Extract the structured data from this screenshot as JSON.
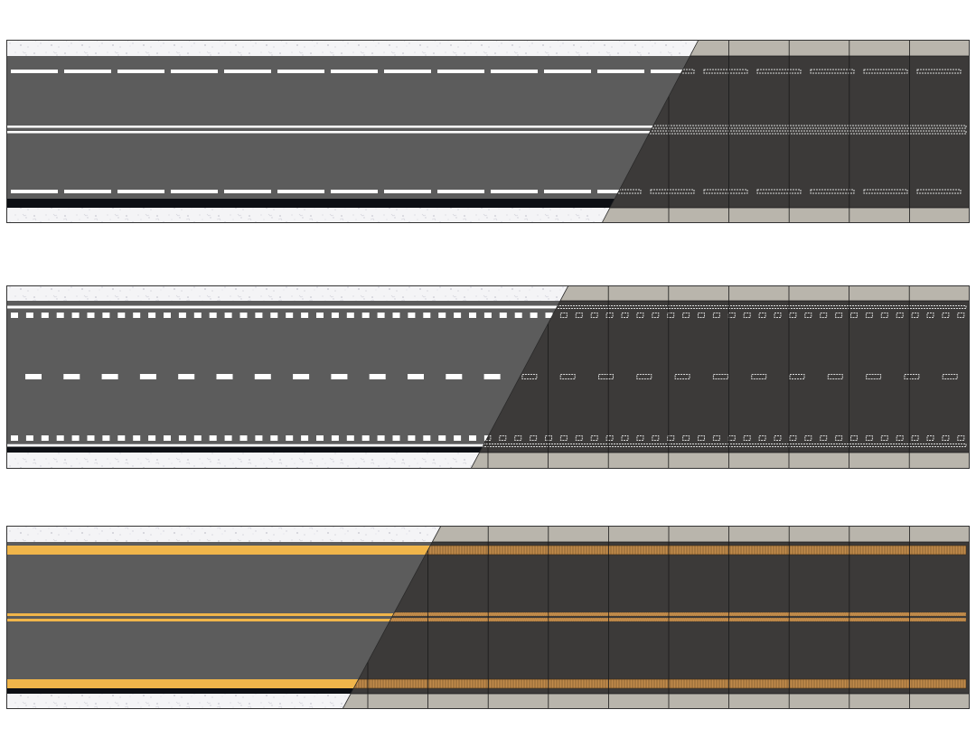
{
  "page": {
    "background": "#ffffff"
  },
  "colors": {
    "asphalt_rendered": "#5c5c5c",
    "asphalt_model": "#3c3a39",
    "shoulder_model": "#b9b5ac",
    "shoulder_texture": "#f4f4f6",
    "shoulder_speckle": "#c9c9d2",
    "edge_dark": "#0d0f14",
    "marking_white": "#ffffff",
    "marking_yellow": "#f0b54a",
    "marking_yellow_model": "#c08a4a",
    "segment_divider": "#1a1a1a",
    "outline": "#333333"
  },
  "panels": [
    {
      "id": "white-dashed-two-lane",
      "marking_color": "white",
      "markings": [
        {
          "kind": "dashed-long",
          "label": "lane-line-top"
        },
        {
          "kind": "double-solid",
          "label": "center-double-line"
        },
        {
          "kind": "dashed-long",
          "label": "lane-line-bottom"
        }
      ],
      "dark_edge_stripe": true
    },
    {
      "id": "white-dotted-multilane",
      "marking_color": "white",
      "markings": [
        {
          "kind": "solid-thin",
          "label": "edge-line-top"
        },
        {
          "kind": "dotted-squares",
          "label": "dotted-line-top"
        },
        {
          "kind": "dashed-short",
          "label": "center-dashed-line"
        },
        {
          "kind": "dotted-squares",
          "label": "dotted-line-bottom"
        },
        {
          "kind": "solid-thin",
          "label": "edge-line-bottom"
        }
      ],
      "dark_edge_stripe": true
    },
    {
      "id": "yellow-solid-lines",
      "marking_color": "yellow",
      "markings": [
        {
          "kind": "solid-thick",
          "label": "yellow-line-top"
        },
        {
          "kind": "double-solid",
          "label": "yellow-center-double-line"
        },
        {
          "kind": "solid-thick",
          "label": "yellow-line-bottom"
        }
      ],
      "dark_edge_stripe": true
    }
  ]
}
